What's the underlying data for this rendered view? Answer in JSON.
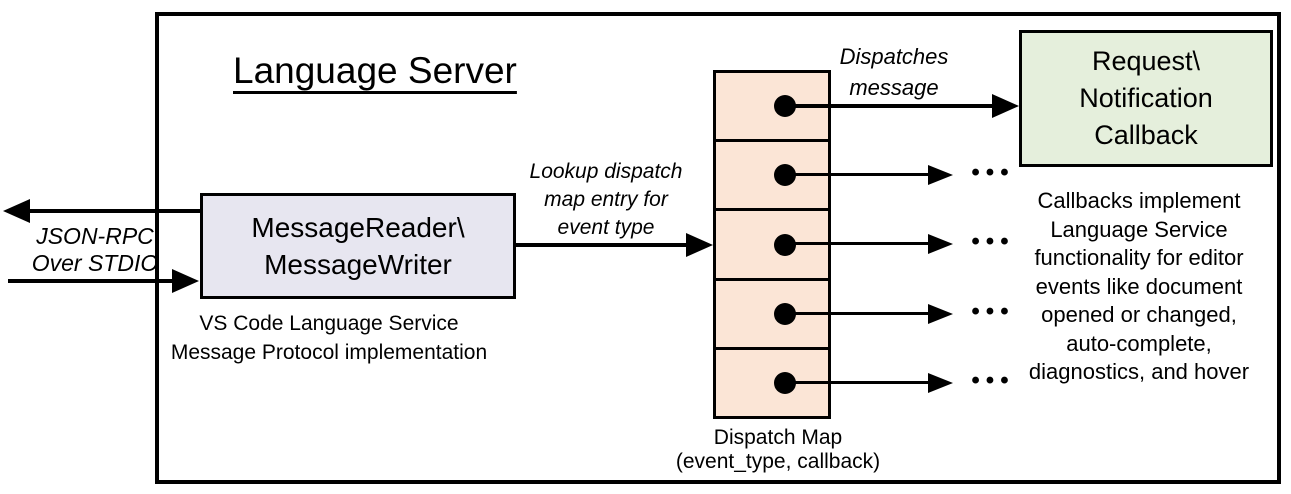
{
  "colors": {
    "canvas_bg": "#ffffff",
    "box_border": "#000000",
    "message_box_fill": "#e7e6f0",
    "dispatch_cell_fill": "#fbe5d6",
    "callback_box_fill": "#e5efdc"
  },
  "diagram": {
    "title": "Language Server",
    "io": {
      "label_line1": "JSON-RPC",
      "label_line2": "Over STDIO"
    },
    "message_box": {
      "line1": "MessageReader\\",
      "line2": "MessageWriter",
      "caption_line1": "VS Code Language Service",
      "caption_line2": "Message Protocol implementation"
    },
    "lookup_label": {
      "line1": "Lookup dispatch",
      "line2": "map entry for",
      "line3": "event type"
    },
    "dispatches_label": {
      "line1": "Dispatches",
      "line2": "message"
    },
    "dispatch_map": {
      "cell_count": 5,
      "caption_line1": "Dispatch Map",
      "caption_line2": "(event_type, callback)"
    },
    "callback_box": {
      "line1": "Request\\",
      "line2": "Notification",
      "line3": "Callback"
    },
    "ellipsis": "•••",
    "note_lines": [
      "Callbacks implement",
      "Language Service",
      "functionality for editor",
      "events like document",
      "opened or changed,",
      "auto-complete,",
      "diagnostics, and hover"
    ]
  }
}
